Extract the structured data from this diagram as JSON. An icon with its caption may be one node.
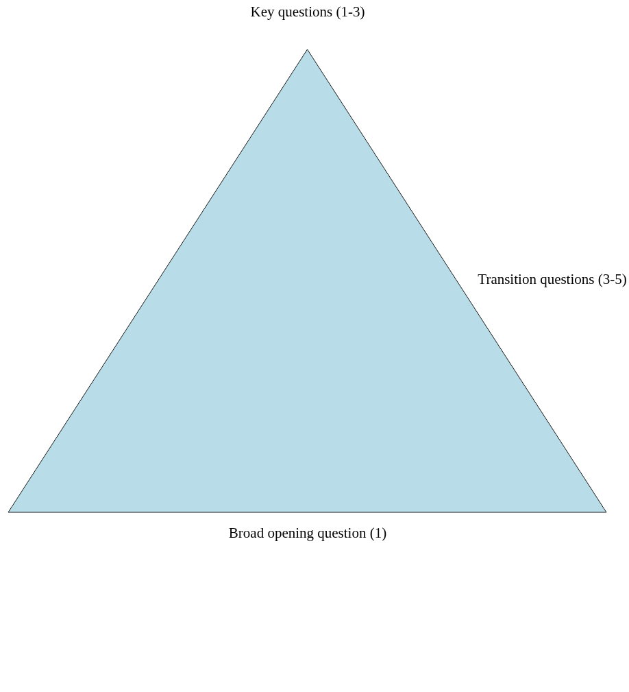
{
  "diagram": {
    "nodes": [
      {
        "text": [],
        "shape": "triangle"
      }
    ],
    "labels": [
      "Key questions (1-3)",
      "Transition questions (3-5)",
      "Broad opening question (1)"
    ]
  }
}
